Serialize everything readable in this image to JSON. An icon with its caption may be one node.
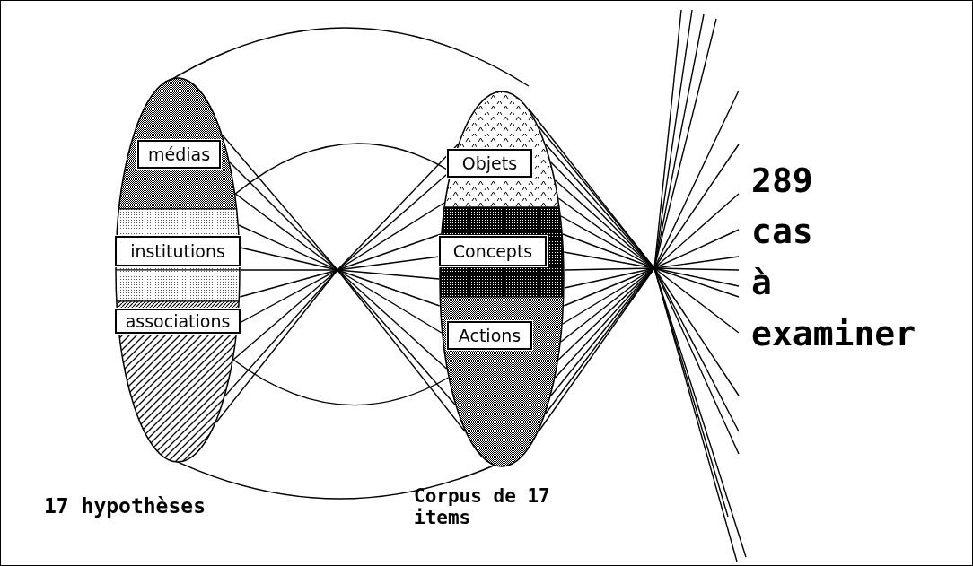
{
  "diagram": {
    "nodes": [
      {
        "text": [],
        "shape": "ellipse",
        "beside": [
          "17 hypothèses"
        ]
      },
      {
        "text": [
          "médias"
        ],
        "in": 0
      },
      {
        "text": [
          "institutions"
        ],
        "in": 0
      },
      {
        "text": [
          "associations"
        ],
        "in": 0
      },
      {
        "text": [],
        "shape": "ellipse",
        "beside": [
          "Corpus de 17 items"
        ]
      },
      {
        "text": [
          "Objets"
        ],
        "in": 4
      },
      {
        "text": [
          "Concepts"
        ],
        "in": 4
      },
      {
        "text": [
          "Actions"
        ],
        "in": 4
      }
    ],
    "edges": [
      {
        "from": 0,
        "to": 4,
        "arrow": "none"
      },
      {
        "from": 0,
        "to": 4,
        "arrow": "none"
      },
      {
        "from": 0,
        "to": 4,
        "arrow": "none"
      },
      {
        "from": 0,
        "to": 4,
        "arrow": "none"
      },
      {
        "from": 0,
        "to": 4,
        "arrow": "none"
      },
      {
        "from": 0,
        "to": 4,
        "arrow": "none"
      },
      {
        "from": 0,
        "to": 4,
        "arrow": "none"
      },
      {
        "from": 0,
        "to": 4,
        "arrow": "none"
      },
      {
        "from": 0,
        "to": 4,
        "arrow": "none"
      },
      {
        "from": 0,
        "to": 4,
        "arrow": "none"
      },
      {
        "from": 0,
        "to": 4,
        "arrow": "none"
      },
      {
        "from": 0,
        "to": 4,
        "arrow": "none"
      },
      {
        "from": 0,
        "to": 4,
        "arrow": "none"
      },
      {
        "from": 0,
        "to": 4,
        "arrow": "none"
      },
      {
        "from": 0,
        "to": 4,
        "arrow": "none"
      },
      {
        "from": 4,
        "to": null,
        "arrow": "none"
      },
      {
        "from": 4,
        "to": null,
        "arrow": "none"
      },
      {
        "from": 4,
        "to": null,
        "arrow": "none"
      },
      {
        "from": 4,
        "to": null,
        "arrow": "none"
      },
      {
        "from": 4,
        "to": null,
        "arrow": "none"
      },
      {
        "from": 4,
        "to": null,
        "arrow": "none"
      },
      {
        "from": 4,
        "to": null,
        "arrow": "none"
      },
      {
        "from": 4,
        "to": null,
        "arrow": "none"
      },
      {
        "from": 4,
        "to": null,
        "arrow": "none"
      },
      {
        "from": 4,
        "to": null,
        "arrow": "none"
      },
      {
        "from": 4,
        "to": null,
        "arrow": "none"
      },
      {
        "from": 4,
        "to": null,
        "arrow": "none"
      },
      {
        "from": 4,
        "to": null,
        "arrow": "none"
      },
      {
        "from": 4,
        "to": null,
        "arrow": "none"
      },
      {
        "from": 4,
        "to": null,
        "arrow": "none"
      },
      {
        "from": 4,
        "to": null,
        "arrow": "none"
      },
      {
        "from": 4,
        "to": null,
        "arrow": "none"
      },
      {
        "from": 4,
        "to": null,
        "arrow": "none"
      },
      {
        "from": 4,
        "to": null,
        "arrow": "none"
      }
    ],
    "labels": [
      "289 cas à examiner"
    ]
  }
}
